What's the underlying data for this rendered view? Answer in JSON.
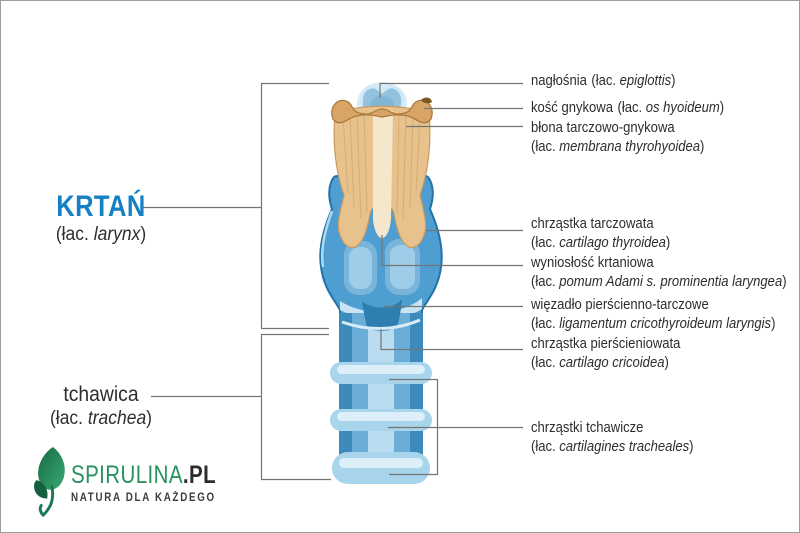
{
  "page": {
    "background": "#ffffff",
    "border_color": "#9e9e9e",
    "leader_line_color": "#757575",
    "text_color": "#2d2d2d"
  },
  "tokens": {
    "lat_open": "(łac. ",
    "close_paren": ")"
  },
  "left": {
    "krtan_title": "KRTAŃ",
    "krtan_lat_term": "larynx",
    "krtan_accent_color": "#1580c4",
    "tchawica_title": "tchawica",
    "tchawica_lat_term": "trachea"
  },
  "right_labels": [
    {
      "pl": "nagłośnia",
      "lat": "epiglottis",
      "two_lines": false
    },
    {
      "pl": "kość gnykowa",
      "lat": "os hyoideum",
      "two_lines": false
    },
    {
      "pl": "błona tarczowo-gnykowa",
      "lat": "membrana thyrohyoidea",
      "two_lines": true
    },
    {
      "pl": "chrząstka tarczowata",
      "lat": "cartilago thyroidea",
      "two_lines": true
    },
    {
      "pl": "wyniosłość krtaniowa",
      "lat": "pomum Adami s. prominentia laryngea",
      "two_lines": true
    },
    {
      "pl": "więzadło pierścienno-tarczowe",
      "lat": "ligamentum cricothyroideum laryngis",
      "two_lines": true
    },
    {
      "pl": "chrząstka pierścieniowata",
      "lat": "cartilago cricoidea",
      "two_lines": true
    },
    {
      "pl": "chrząstki tchawicze",
      "lat": "cartilagines tracheales",
      "two_lines": true
    }
  ],
  "logo": {
    "brand_green_part": "SPIRULINA",
    "brand_dark_part": ".PL",
    "tagline": "NATURA DLA KAŻDEGO",
    "green_color": "#27935f",
    "leaf_dark_green": "#176b45",
    "leaf_mid_green": "#2e9464"
  },
  "illustration": {
    "subject": "larynx-and-trachea-anterior-view",
    "palette": {
      "cartilage_blue": "#4f9ed2",
      "cartilage_blue_dark": "#2273a8",
      "panel_blue": "#79b5db",
      "ring_blue_light": "#a8d4ec",
      "highlight_blue": "#ddeff9",
      "membrane_tan": "#e7c28d",
      "hyoid_tan": "#d8a566",
      "strip_cream": "#f4e7cb",
      "epiglottis_blue": "#93c2de"
    }
  }
}
